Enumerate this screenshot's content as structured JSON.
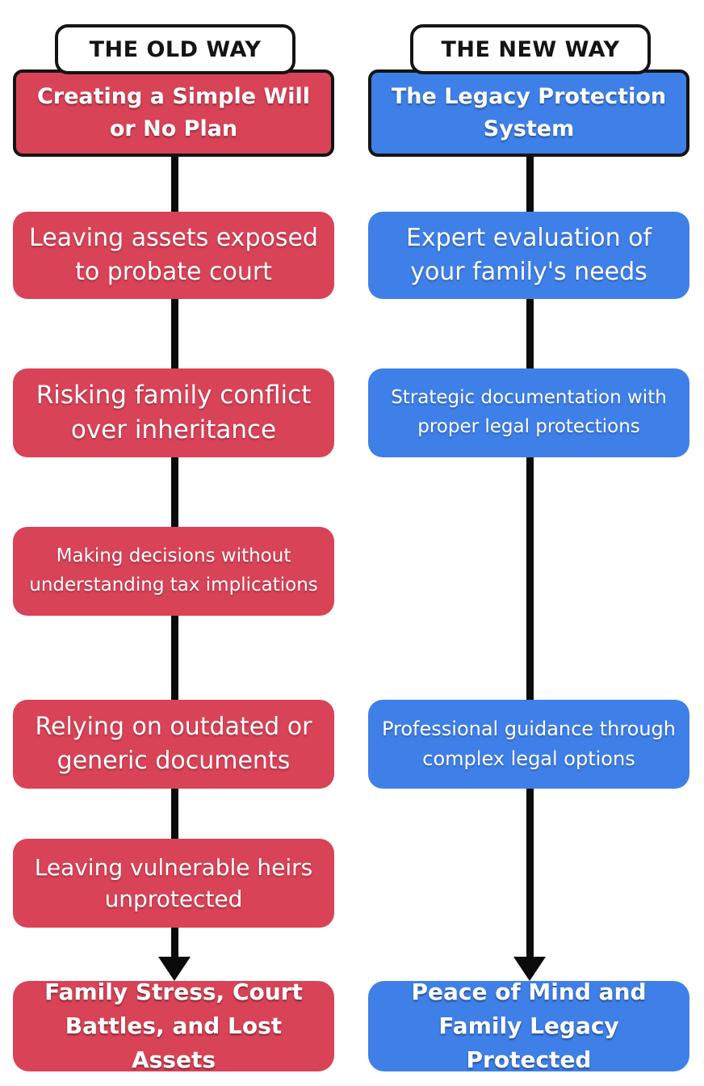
{
  "diagram": {
    "type": "comparison-flowchart",
    "colors": {
      "old_accent": "#d94357",
      "new_accent": "#3f80e8",
      "connector": "#0b0b0b",
      "header_bg": "#ffffff",
      "header_text": "#141414",
      "box_text": "#ffffff"
    },
    "old_column": {
      "header": "THE OLD WAY",
      "title": "Creating a Simple Will or No Plan",
      "steps": [
        "Leaving assets exposed to probate court",
        "Risking family conflict over inheritance",
        "Making decisions without understanding tax implications",
        "Relying on outdated or generic documents",
        "Leaving vulnerable heirs unprotected"
      ],
      "result": "Family Stress, Court Battles, and Lost Assets"
    },
    "new_column": {
      "header": "THE NEW WAY",
      "title": "The Legacy Protection System",
      "steps": [
        "Expert evaluation of your family's needs",
        "Strategic documentation with proper legal protections",
        "Professional guidance through complex legal options"
      ],
      "result": "Peace of Mind and Family Legacy Protected"
    }
  }
}
